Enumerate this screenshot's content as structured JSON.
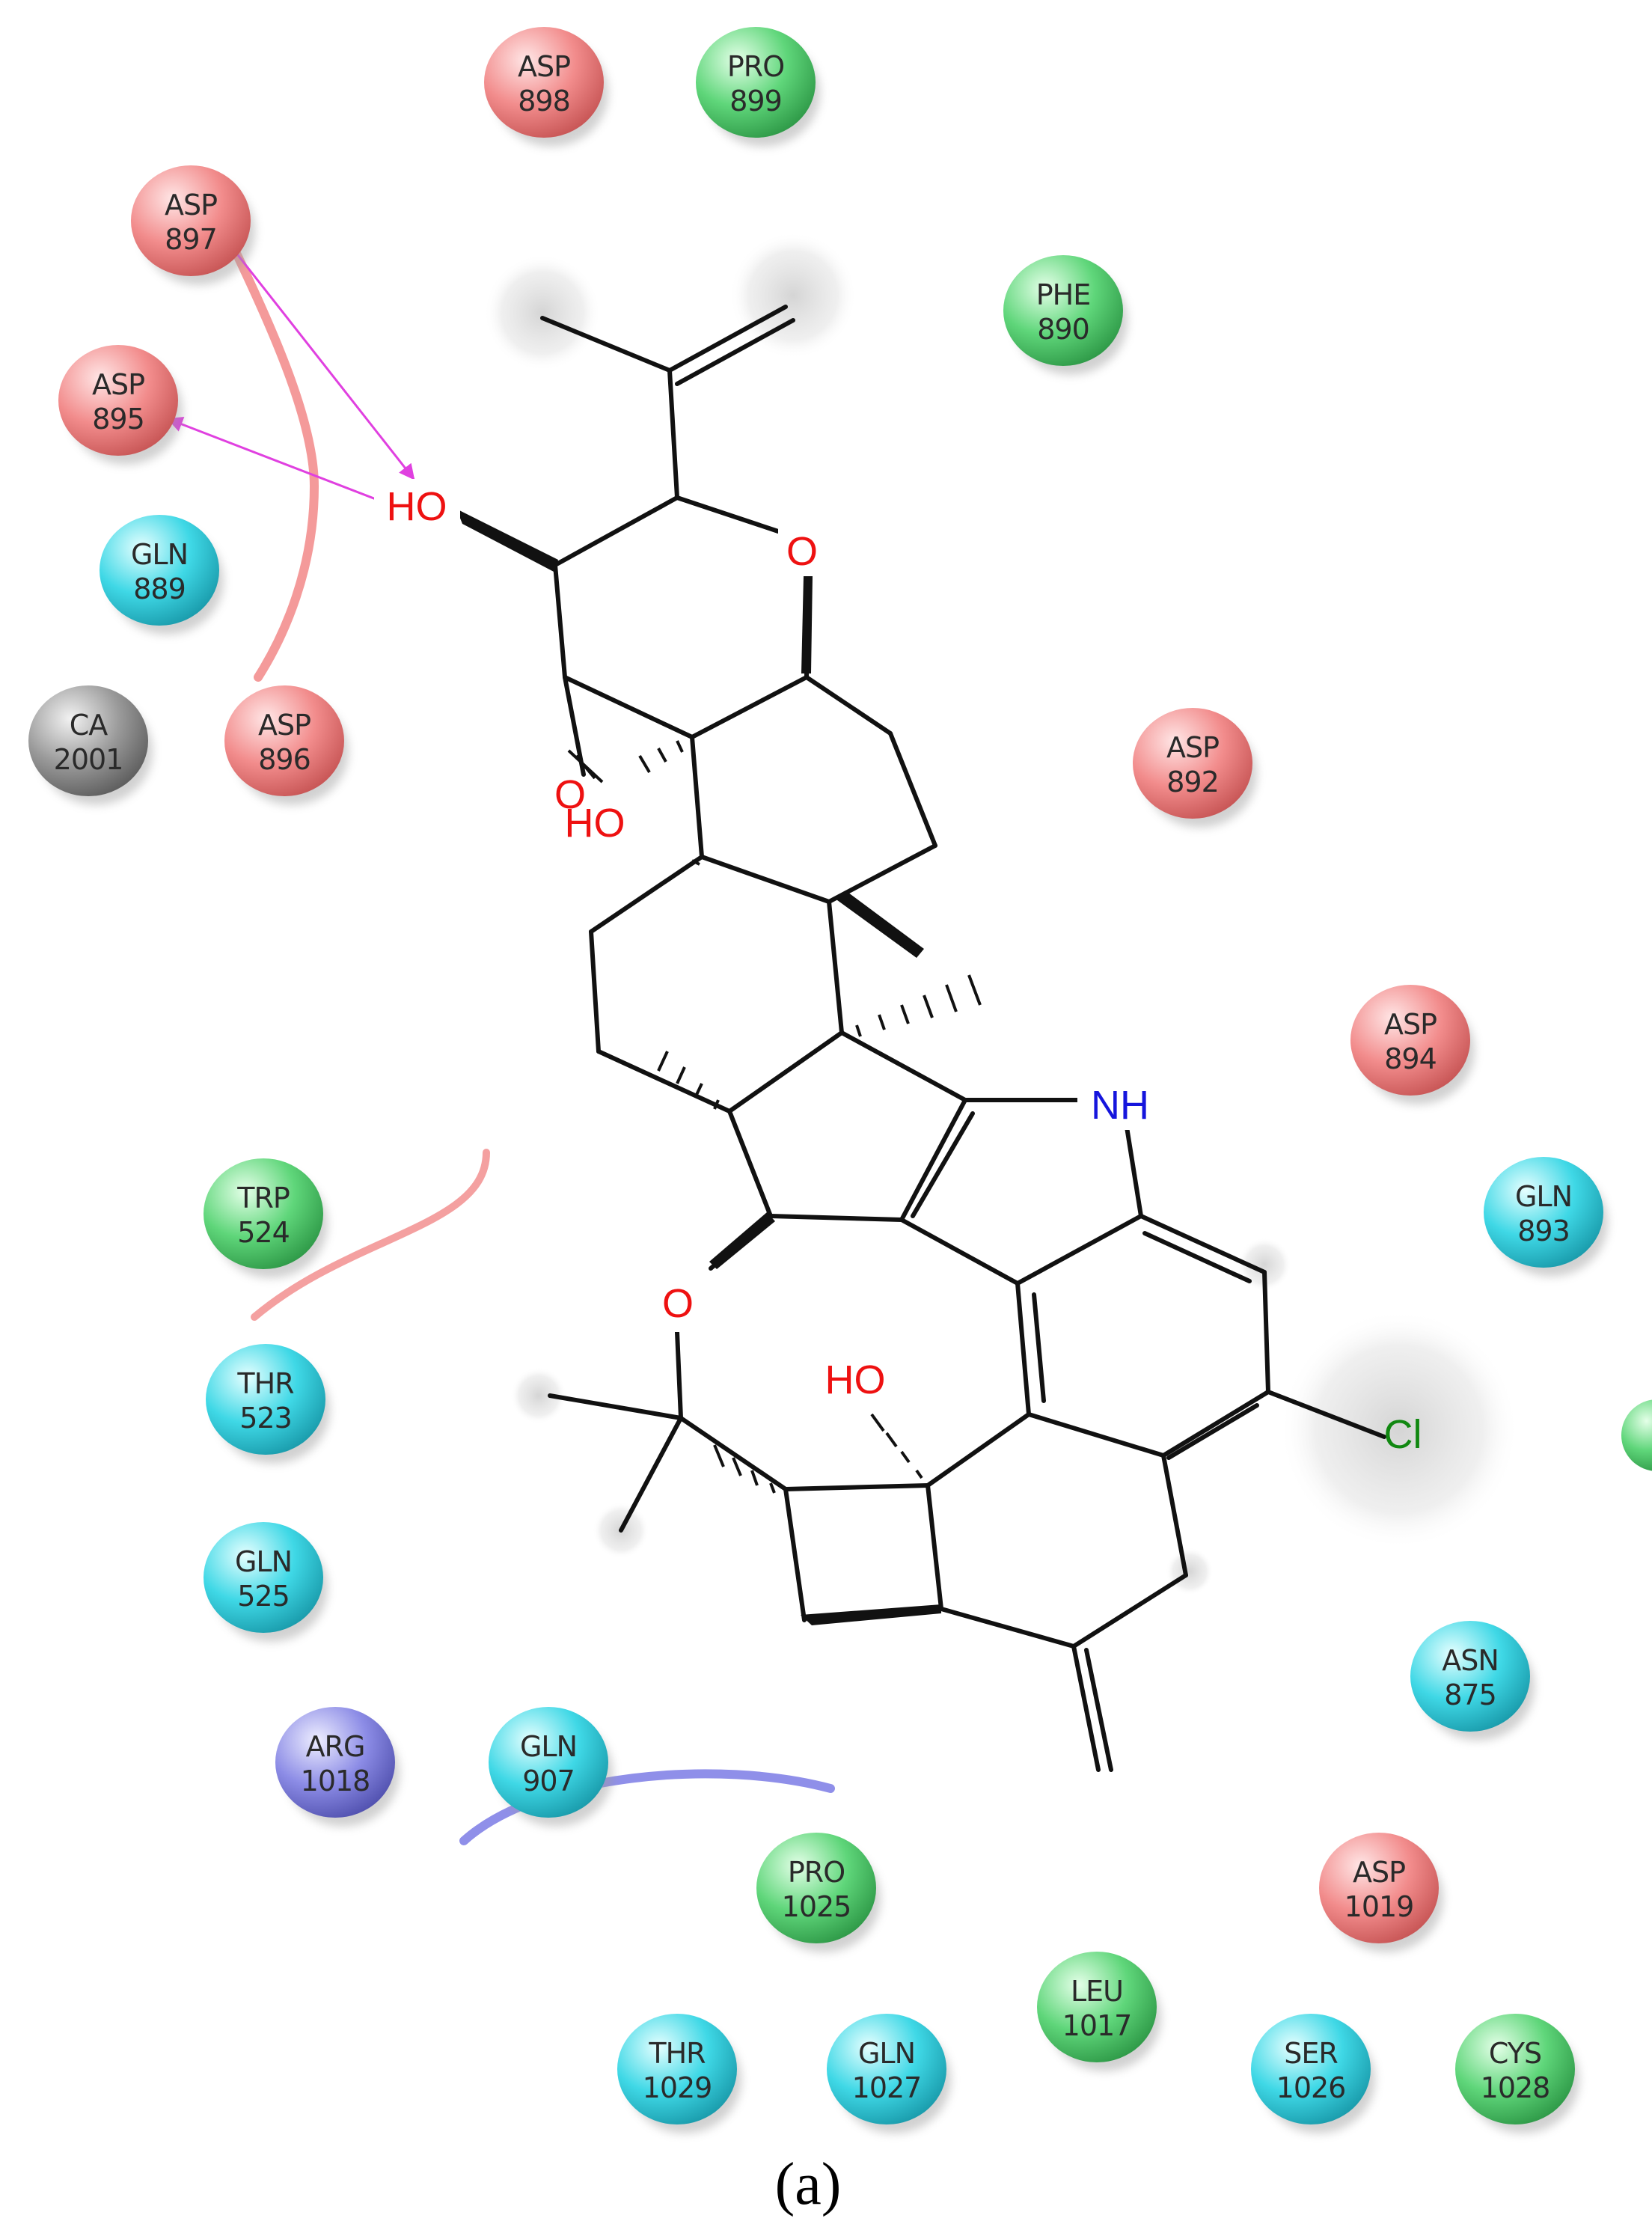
{
  "colors": {
    "acidic": "#f28c8c",
    "hydrophobic": "#5fd67a",
    "polar": "#3fd8e6",
    "basic": "#8c8ce6",
    "metal": "#9a9a9a",
    "hbond_arrow": "#e040e0",
    "salt_bridge": "#f07878",
    "pi_cation": "#6060e0",
    "oxygen": "#ee1111",
    "nitrogen": "#1515dd",
    "chlorine": "#118811"
  },
  "residues": [
    {
      "name": "ASP",
      "num": "898",
      "kind": "acidic"
    },
    {
      "name": "PRO",
      "num": "899",
      "kind": "hydrophobic"
    },
    {
      "name": "ASP",
      "num": "897",
      "kind": "acidic"
    },
    {
      "name": "PHE",
      "num": "890",
      "kind": "hydrophobic"
    },
    {
      "name": "ASP",
      "num": "895",
      "kind": "acidic"
    },
    {
      "name": "GLN",
      "num": "889",
      "kind": "polar"
    },
    {
      "name": "CA",
      "num": "2001",
      "kind": "metal"
    },
    {
      "name": "ASP",
      "num": "896",
      "kind": "acidic"
    },
    {
      "name": "ASP",
      "num": "892",
      "kind": "acidic"
    },
    {
      "name": "ASP",
      "num": "894",
      "kind": "acidic"
    },
    {
      "name": "GLN",
      "num": "893",
      "kind": "polar"
    },
    {
      "name": "TRP",
      "num": "524",
      "kind": "hydrophobic"
    },
    {
      "name": "THR",
      "num": "523",
      "kind": "polar"
    },
    {
      "name": "GLN",
      "num": "525",
      "kind": "polar"
    },
    {
      "name": "ASN",
      "num": "875",
      "kind": "polar"
    },
    {
      "name": "ARG",
      "num": "1018",
      "kind": "basic"
    },
    {
      "name": "GLN",
      "num": "907",
      "kind": "polar"
    },
    {
      "name": "PRO",
      "num": "1025",
      "kind": "hydrophobic"
    },
    {
      "name": "ASP",
      "num": "1019",
      "kind": "acidic"
    },
    {
      "name": "LEU",
      "num": "1017",
      "kind": "hydrophobic"
    },
    {
      "name": "THR",
      "num": "1029",
      "kind": "polar"
    },
    {
      "name": "GLN",
      "num": "1027",
      "kind": "polar"
    },
    {
      "name": "SER",
      "num": "1026",
      "kind": "polar"
    },
    {
      "name": "CYS",
      "num": "1028",
      "kind": "hydrophobic"
    }
  ],
  "atom_labels": {
    "ho_top": "HO",
    "o_ring": "O",
    "o_epoxide": "O",
    "ho_mid": "HO",
    "nh": "NH",
    "o_lower": "O",
    "ho_lower": "HO",
    "cl": "Cl"
  },
  "caption": "(a)"
}
